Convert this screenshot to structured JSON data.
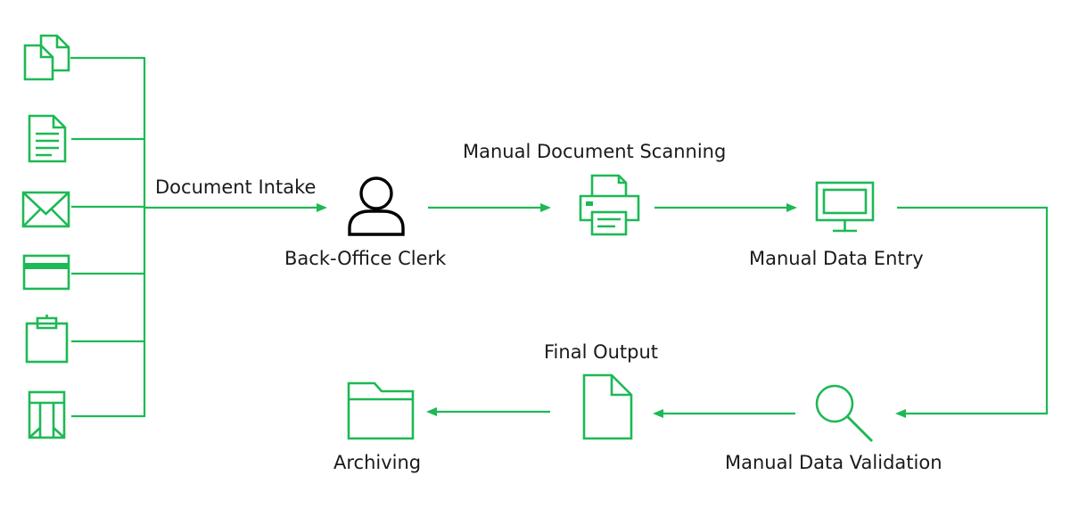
{
  "colors": {
    "accent": "#1db954",
    "text": "#1a1a1a",
    "person": "#000000"
  },
  "sources": [
    {
      "icon": "documents-copy-icon"
    },
    {
      "icon": "text-document-icon"
    },
    {
      "icon": "envelope-icon"
    },
    {
      "icon": "credit-card-icon"
    },
    {
      "icon": "clipboard-icon"
    },
    {
      "icon": "sealed-envelope-icon"
    }
  ],
  "labels": {
    "document_intake": "Document Intake",
    "back_office_clerk": "Back-Office Clerk",
    "manual_document_scanning": "Manual Document Scanning",
    "manual_data_entry": "Manual Data Entry",
    "manual_data_validation": "Manual Data Validation",
    "final_output": "Final Output",
    "archiving": "Archiving"
  },
  "icons": {
    "clerk": "person-icon",
    "scanning": "printer-icon",
    "entry": "monitor-icon",
    "validation": "magnifier-icon",
    "output": "document-icon",
    "archiving": "folder-icon"
  }
}
